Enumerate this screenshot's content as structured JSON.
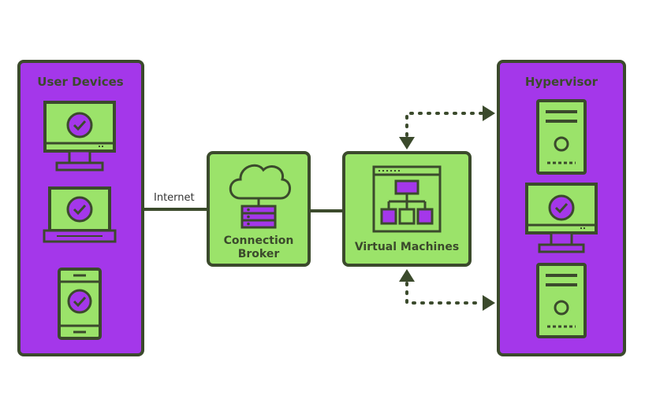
{
  "colors": {
    "outline": "#3b4a2c",
    "purple": "#a437ea",
    "green": "#9be36a",
    "background": "#ffffff"
  },
  "panels": {
    "user_devices": {
      "title": "User Devices",
      "icons": [
        "monitor-check-icon",
        "laptop-check-icon",
        "phone-check-icon"
      ]
    },
    "hypervisor": {
      "title": "Hypervisor",
      "icons": [
        "server-tower-icon",
        "monitor-check-icon",
        "server-tower-icon"
      ]
    }
  },
  "nodes": {
    "connection_broker": {
      "label_line1": "Connection",
      "label_line2": "Broker",
      "icons": [
        "cloud-icon",
        "server-rack-icon"
      ]
    },
    "virtual_machines": {
      "label": "Virtual Machines",
      "icons": [
        "window-hierarchy-icon"
      ]
    }
  },
  "links": {
    "internet": {
      "label": "Internet"
    }
  }
}
